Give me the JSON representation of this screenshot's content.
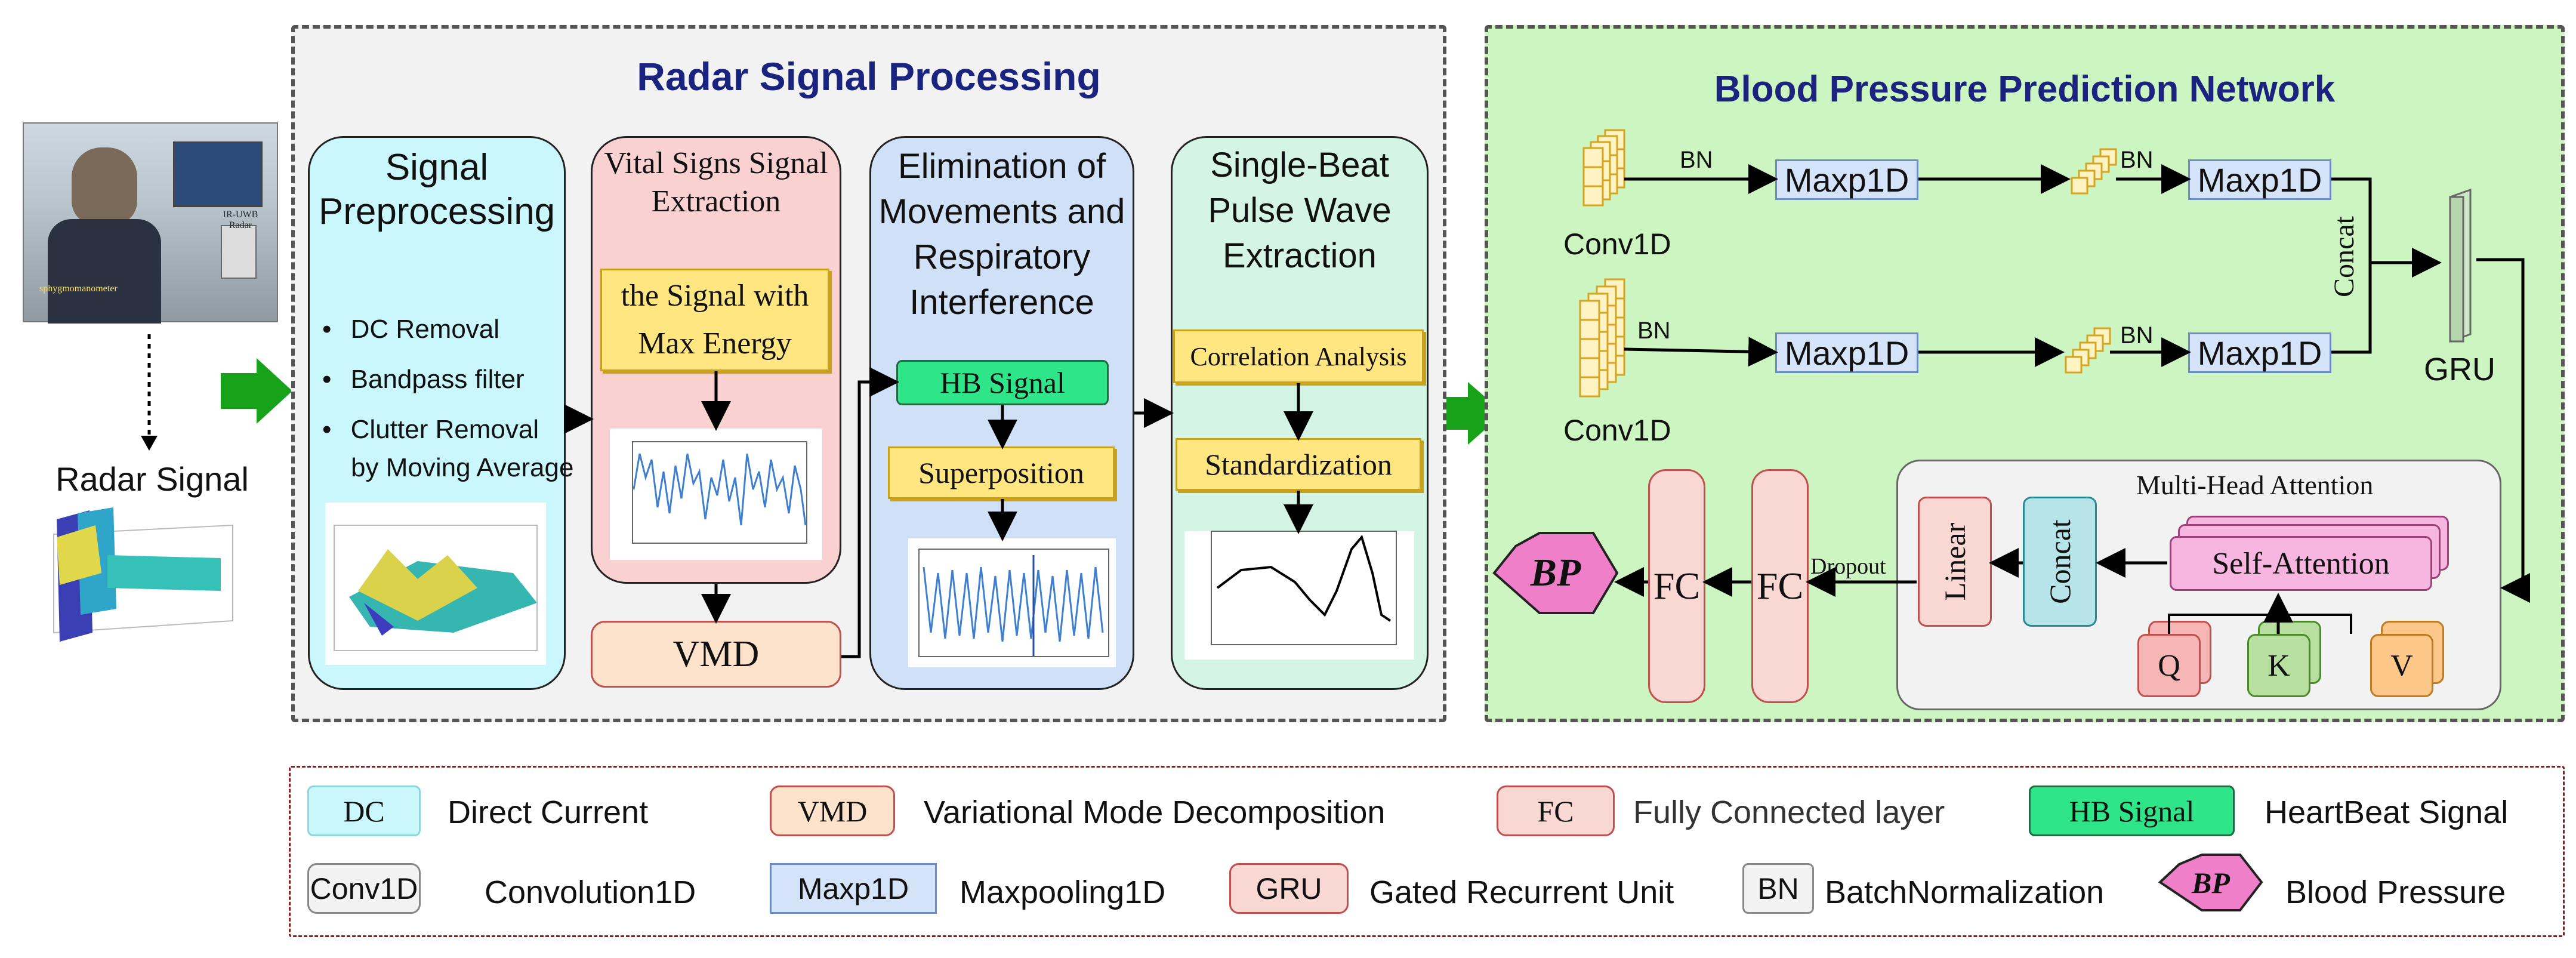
{
  "input": {
    "photo_label": "sphygmomanometer",
    "radar_label": "IR-UWB Radar",
    "radar_signal_label": "Radar Signal"
  },
  "processing": {
    "title": "Radar Signal Processing",
    "preprocessing": {
      "title": "Signal Preprocessing",
      "items": [
        "DC Removal",
        "Bandpass filter",
        "Clutter Removal",
        "by Moving Average"
      ]
    },
    "vital": {
      "title": "Vital Signs Signal Extraction",
      "box": "the Signal with Max Energy",
      "vmd": "VMD"
    },
    "elimination": {
      "title": "Elimination of Movements and Respiratory Interference",
      "hb": "HB Signal",
      "superposition": "Superposition"
    },
    "singlebeat": {
      "title": "Single-Beat Pulse Wave Extraction",
      "correlation": "Correlation Analysis",
      "standardization": "Standardization"
    }
  },
  "network": {
    "title": "Blood Pressure Prediction Network",
    "conv1": "Conv1D",
    "conv2": "Conv1D",
    "bn": "BN",
    "maxp": "Maxp1D",
    "concat": "Concat",
    "gru": "GRU",
    "mha": {
      "title": "Multi-Head Attention",
      "self_attention": "Self-Attention",
      "concat": "Concat",
      "linear": "Linear",
      "q": "Q",
      "k": "K",
      "v": "V"
    },
    "dropout": "Dropout",
    "fc": "FC",
    "bp": "BP"
  },
  "legend": {
    "row1": [
      {
        "key": "DC",
        "desc": "Direct Current"
      },
      {
        "key": "VMD",
        "desc": "Variational Mode Decomposition"
      },
      {
        "key": "FC",
        "desc": "Fully Connected layer"
      },
      {
        "key": "HB Signal",
        "desc": "HeartBeat Signal"
      }
    ],
    "row2": [
      {
        "key": "Conv1D",
        "desc": "Convolution1D"
      },
      {
        "key": "Maxp1D",
        "desc": "Maxpooling1D"
      },
      {
        "key": "GRU",
        "desc": "Gated Recurrent Unit"
      },
      {
        "key": "BN",
        "desc": "BatchNormalization"
      },
      {
        "key": "BP",
        "desc": "Blood Pressure"
      }
    ]
  },
  "colors": {
    "processing_bg": "#f2f2f2",
    "network_bg": "#ccf5c2",
    "network_title": "#1a237e",
    "preprocessing": "#c9f7fb",
    "vital": "#fad1d1",
    "elimination": "#cfe0f7",
    "singlebeat": "#d4f4e6",
    "arrow_green": "#18a21a"
  }
}
